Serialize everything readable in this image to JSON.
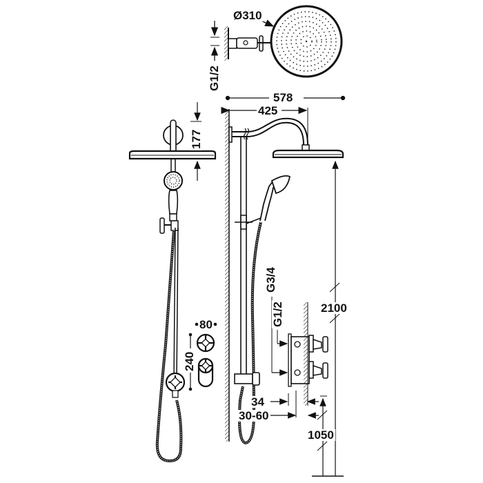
{
  "drawing": {
    "title": "Thermostatic shower system technical drawing",
    "dimensions": {
      "shower_head_diameter": "Ø310",
      "top_connection": "G1/2",
      "total_projection": "578",
      "arm_projection": "425",
      "head_height": "177",
      "outlet_g34": "G3/4",
      "inlet_g12": "G1/2",
      "total_height": "2100",
      "valve_spacing_width": "80",
      "valve_spacing_height": "240",
      "wall_offset": "34",
      "wall_depth": "30-60",
      "valve_height": "1050"
    }
  }
}
